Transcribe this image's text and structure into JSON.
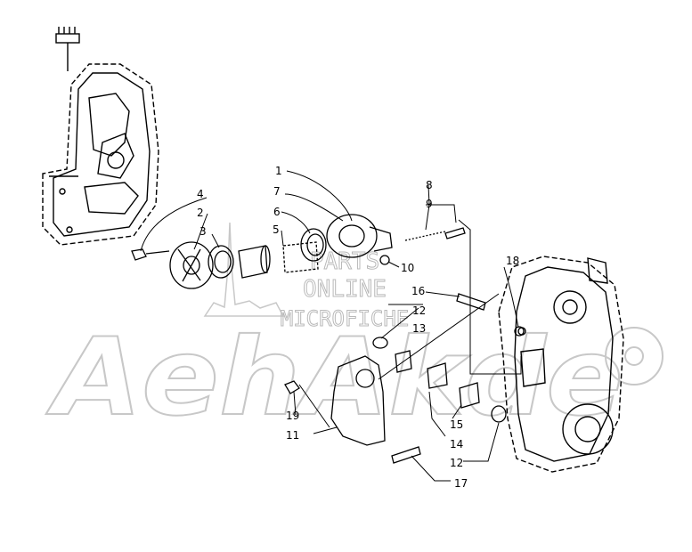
{
  "watermark": {
    "line1": "PARTS",
    "line2": "ONLINE",
    "line3": "MICROFICHE",
    "logo": "AehAkde"
  },
  "callouts": [
    "1",
    "2",
    "3",
    "4",
    "5",
    "6",
    "7",
    "8",
    "9",
    "10",
    "11",
    "12",
    "12",
    "13",
    "14",
    "15",
    "16",
    "17",
    "18",
    "19"
  ]
}
